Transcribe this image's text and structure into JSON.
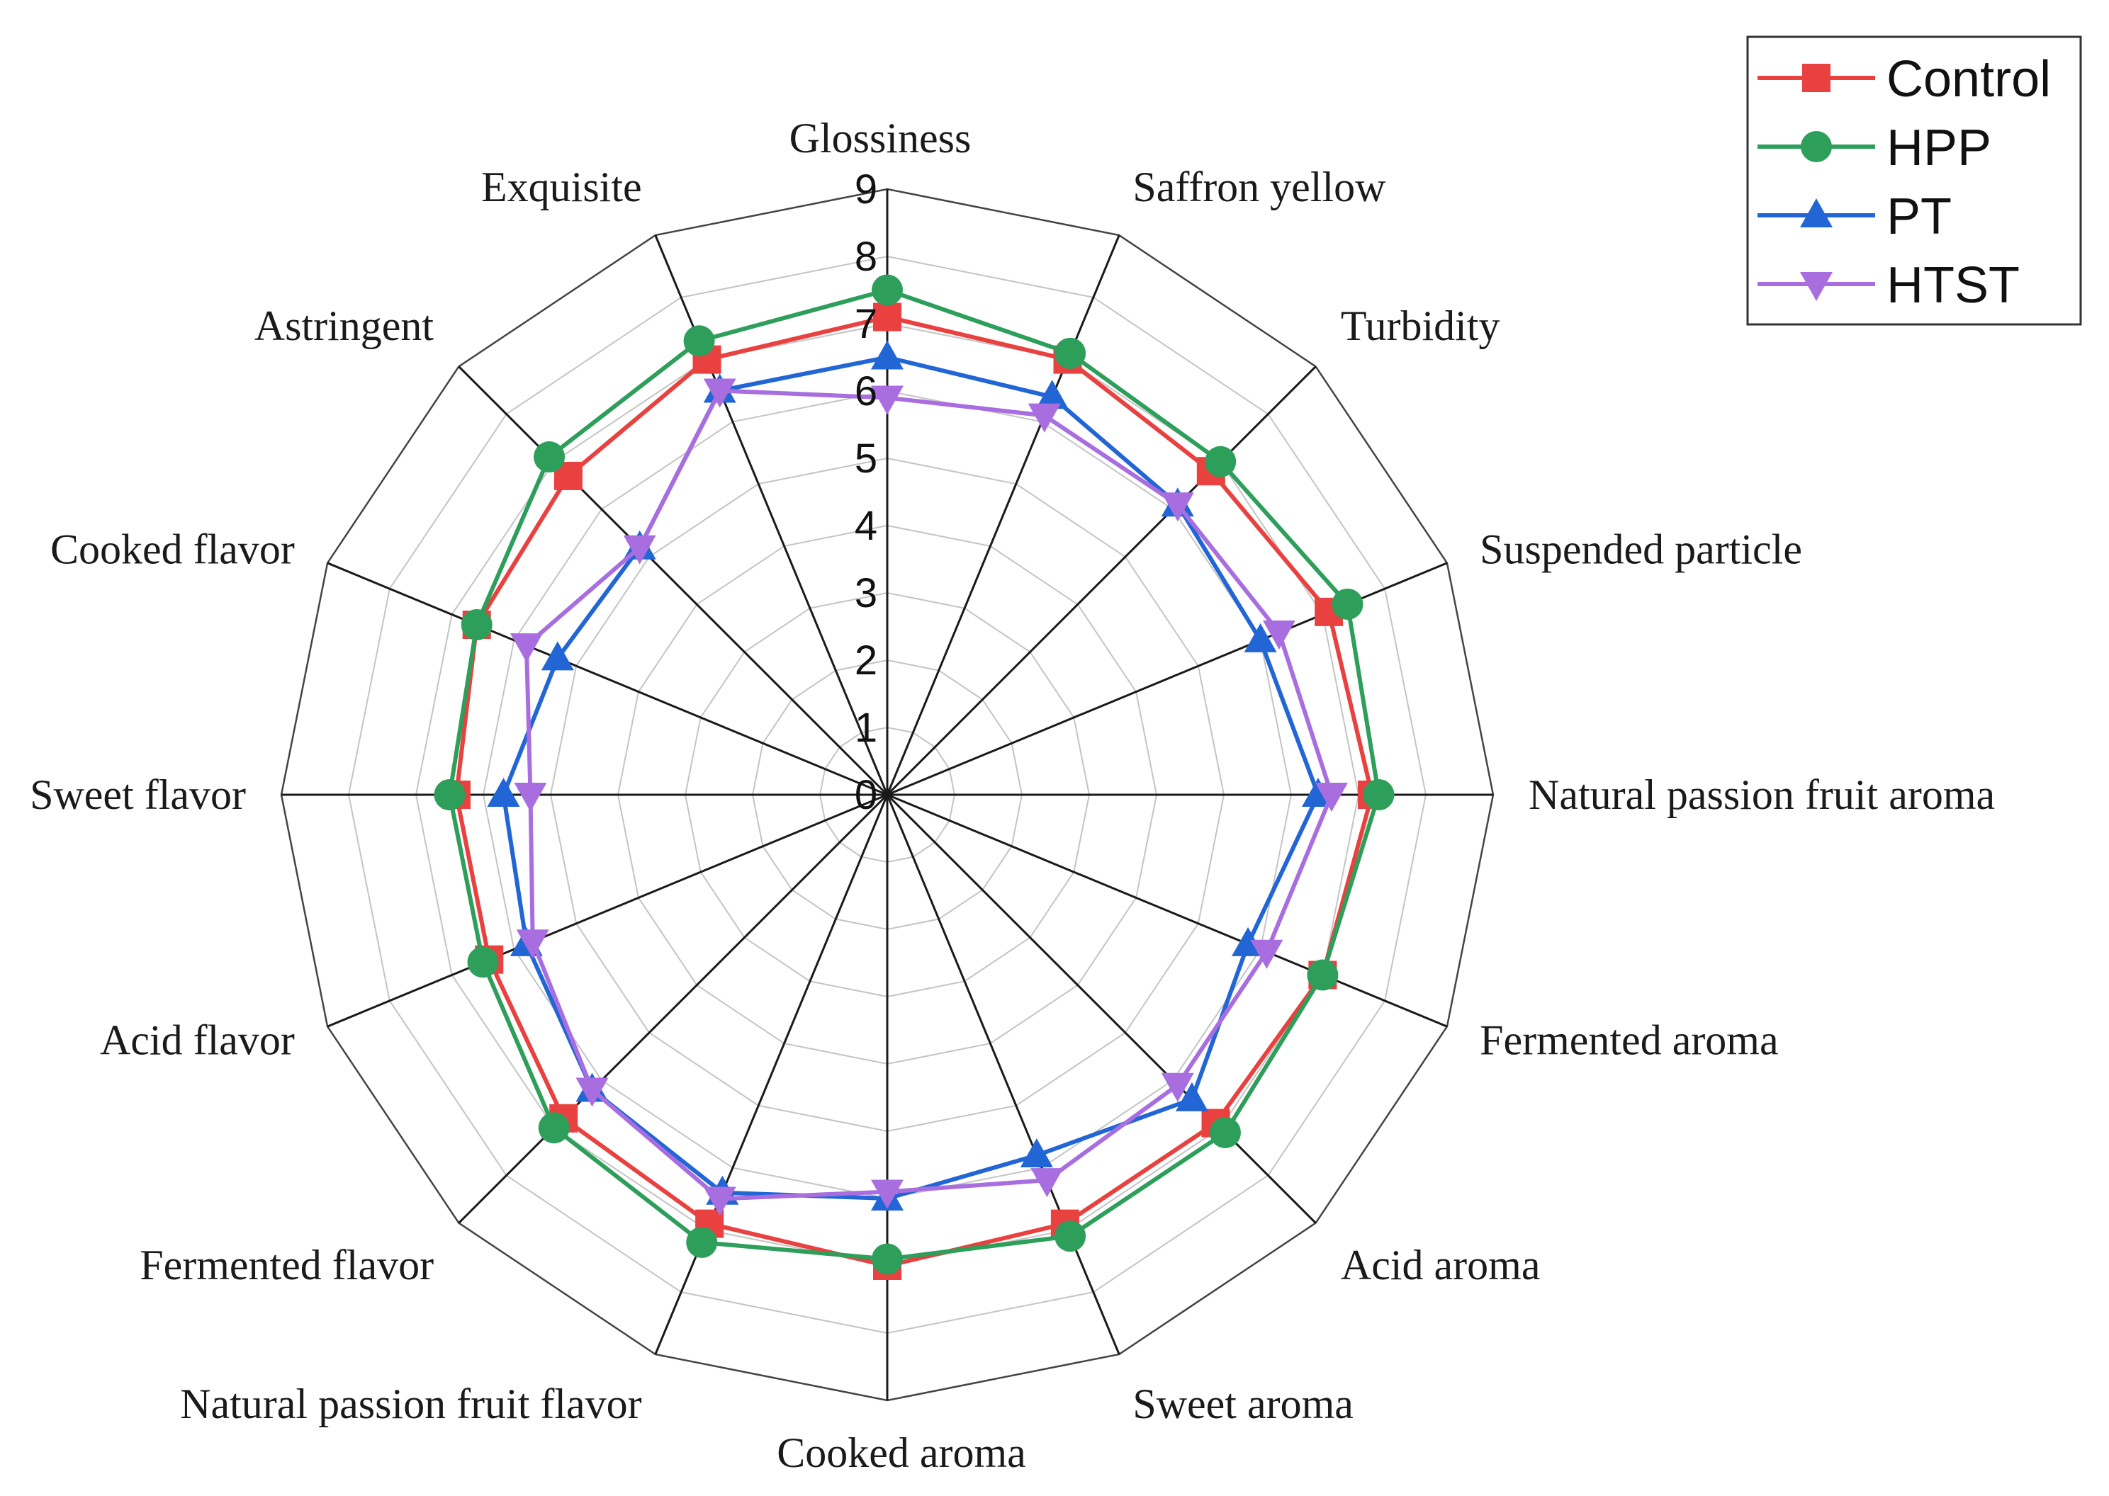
{
  "chart_data": {
    "type": "radar",
    "categories": [
      "Glossiness",
      "Saffron yellow",
      "Turbidity",
      "Suspended particle",
      "Natural passion fruit aroma",
      "Fermented aroma",
      "Acid aroma",
      "Sweet aroma",
      "Cooked aroma",
      "Natural passion fruit flavor",
      "Fermented flavor",
      "Acid flavor",
      "Sweet flavor",
      "Cooked flavor",
      "Astringent",
      "Exquisite"
    ],
    "rlim": [
      0,
      9
    ],
    "ticks": [
      "0",
      "1",
      "2",
      "3",
      "4",
      "5",
      "6",
      "7",
      "8",
      "9"
    ],
    "grid": true,
    "legend_position": "top-right",
    "series": [
      {
        "name": "Control",
        "color": "#e8413f",
        "marker": "square",
        "values": [
          7.1,
          7.0,
          6.8,
          7.1,
          7.2,
          7.0,
          6.9,
          6.9,
          7.0,
          6.9,
          6.8,
          6.4,
          6.4,
          6.6,
          6.7,
          7.0
        ]
      },
      {
        "name": "HPP",
        "color": "#2e9e5b",
        "marker": "circle",
        "values": [
          7.5,
          7.1,
          7.0,
          7.4,
          7.3,
          7.0,
          7.1,
          7.1,
          6.9,
          7.2,
          7.0,
          6.5,
          6.5,
          6.6,
          7.1,
          7.3
        ]
      },
      {
        "name": "PT",
        "color": "#2266d6",
        "marker": "triangle-up",
        "values": [
          6.5,
          6.4,
          6.1,
          6.0,
          6.4,
          5.8,
          6.4,
          5.8,
          6.0,
          6.4,
          6.2,
          5.8,
          5.7,
          5.3,
          5.2,
          6.5
        ]
      },
      {
        "name": "HTST",
        "color": "#a86ee0",
        "marker": "triangle-down",
        "values": [
          5.9,
          6.1,
          6.1,
          6.3,
          6.6,
          6.1,
          6.1,
          6.2,
          5.9,
          6.5,
          6.2,
          5.7,
          5.3,
          5.8,
          5.2,
          6.5
        ]
      }
    ]
  }
}
